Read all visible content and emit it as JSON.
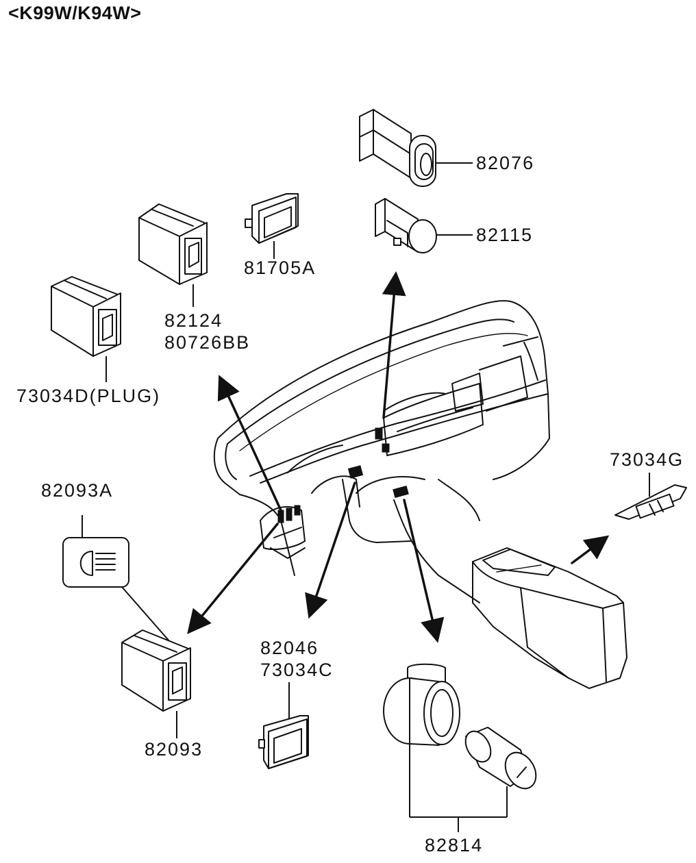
{
  "header": {
    "model_code": "<K99W/K94W>"
  },
  "parts": {
    "p82076": "82076",
    "p82115": "82115",
    "p81705A": "81705A",
    "p82124": "82124",
    "p80726BB": "80726BB",
    "p73034D": "73034D(PLUG)",
    "p82093A": "82093A",
    "p73034G": "73034G",
    "p82046": "82046",
    "p73034C": "73034C",
    "p82093": "82093",
    "p82814": "82814"
  }
}
